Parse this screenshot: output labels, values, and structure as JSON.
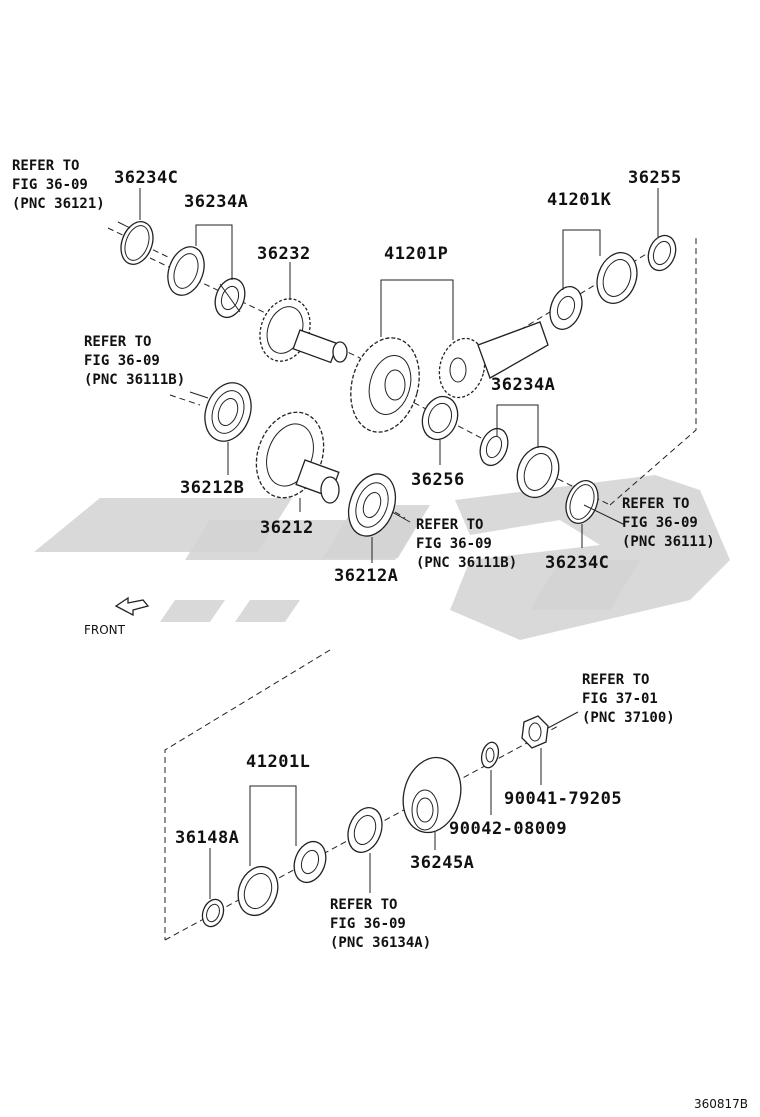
{
  "labels": {
    "p36234C_top": "36234C",
    "p36234A_top": "36234A",
    "p36232": "36232",
    "p41201P": "41201P",
    "p41201K": "41201K",
    "p36255": "36255",
    "p36234A_mid": "36234A",
    "p36212B": "36212B",
    "p36212": "36212",
    "p36256": "36256",
    "p36212A": "36212A",
    "p36234C_mid": "36234C",
    "p41201L": "41201L",
    "p36148A": "36148A",
    "p36245A": "36245A",
    "p90042": "90042-08009",
    "p90041": "90041-79205"
  },
  "refs": {
    "r1": [
      "REFER TO",
      "FIG 36-09",
      "(PNC 36121)"
    ],
    "r2": [
      "REFER TO",
      "FIG 36-09",
      "(PNC 36111B)"
    ],
    "r3": [
      "REFER TO",
      "FIG 36-09",
      "(PNC 36111B)"
    ],
    "r4": [
      "REFER TO",
      "FIG 36-09",
      "(PNC 36111)"
    ],
    "r5": [
      "REFER TO",
      "FIG 37-01",
      "(PNC 37100)"
    ],
    "r6": [
      "REFER TO",
      "FIG 36-09",
      "(PNC 36134A)"
    ]
  },
  "front_label": "FRONT",
  "figure_id": "360817B"
}
